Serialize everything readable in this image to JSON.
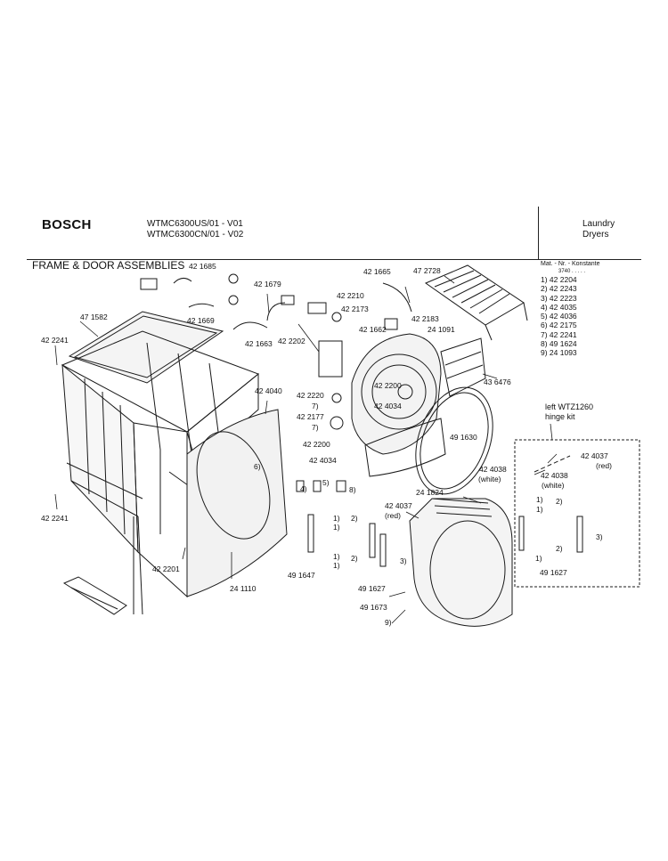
{
  "header": {
    "brand": "BOSCH",
    "model_lines": [
      "WTMC6300US/01 - V01",
      "WTMC6300CN/01 - V02"
    ],
    "category_lines": [
      "Laundry",
      "Dryers"
    ]
  },
  "section_title": "FRAME & DOOR ASSEMBLIES",
  "legend": {
    "header": "Mat. - Nr. - Konstante",
    "subheader": "3740 . . . . .",
    "items": [
      "1) 42 2204",
      "2) 42 2243",
      "3) 42 2223",
      "4) 42 4035",
      "5) 42 4036",
      "6) 42 2175",
      "7) 42 2241",
      "8) 49 1624",
      "9) 24 1093"
    ]
  },
  "hinge_kit": {
    "title_lines": [
      "left WTZ1260",
      "hinge kit"
    ]
  },
  "part_labels": [
    {
      "id": "p421685",
      "text": "42 1685"
    },
    {
      "id": "p471582",
      "text": "47 1582"
    },
    {
      "id": "p421679",
      "text": "42 1679"
    },
    {
      "id": "p421669",
      "text": "42 1669"
    },
    {
      "id": "p422241a",
      "text": "42 2241"
    },
    {
      "id": "p421663",
      "text": "42 1663"
    },
    {
      "id": "p421665",
      "text": "42 1665"
    },
    {
      "id": "p472728",
      "text": "47 2728"
    },
    {
      "id": "p422210",
      "text": "42 2210"
    },
    {
      "id": "p422173",
      "text": "42 2173"
    },
    {
      "id": "p422183",
      "text": "42 2183"
    },
    {
      "id": "p421662",
      "text": "42 1662"
    },
    {
      "id": "p241091",
      "text": "24 1091"
    },
    {
      "id": "p422202",
      "text": "42 2202"
    },
    {
      "id": "p436476",
      "text": "43 6476"
    },
    {
      "id": "p424040",
      "text": "42 4040"
    },
    {
      "id": "p422200a",
      "text": "42 2200"
    },
    {
      "id": "p422220",
      "text": "42 2220"
    },
    {
      "id": "p424034a",
      "text": "42 4034"
    },
    {
      "id": "p7a",
      "text": "7)"
    },
    {
      "id": "p422177",
      "text": "42 2177"
    },
    {
      "id": "p7b",
      "text": "7)"
    },
    {
      "id": "p491630",
      "text": "49 1630"
    },
    {
      "id": "p6",
      "text": "6)"
    },
    {
      "id": "p422200b",
      "text": "42 2200"
    },
    {
      "id": "p424034b",
      "text": "42 4034"
    },
    {
      "id": "p424038a",
      "text": "42 4038"
    },
    {
      "id": "pwhite1",
      "text": "(white)"
    },
    {
      "id": "p424037a",
      "text": "42 4037"
    },
    {
      "id": "pred1",
      "text": "(red)"
    },
    {
      "id": "p424038b",
      "text": "42 4038"
    },
    {
      "id": "pwhite2",
      "text": "(white)"
    },
    {
      "id": "p4",
      "text": "4)"
    },
    {
      "id": "p5",
      "text": "5)"
    },
    {
      "id": "p8",
      "text": "8)"
    },
    {
      "id": "p241824",
      "text": "24 1824"
    },
    {
      "id": "p422241b",
      "text": "42 2241"
    },
    {
      "id": "p424037b",
      "text": "42 4037"
    },
    {
      "id": "pred2",
      "text": "(red)"
    },
    {
      "id": "p1a",
      "text": "1)"
    },
    {
      "id": "p2a",
      "text": "2)"
    },
    {
      "id": "p1b",
      "text": "1)"
    },
    {
      "id": "p1c",
      "text": "1)"
    },
    {
      "id": "p2b",
      "text": "2)"
    },
    {
      "id": "p1d",
      "text": "1)"
    },
    {
      "id": "p1e",
      "text": "1)"
    },
    {
      "id": "p2c",
      "text": "2)"
    },
    {
      "id": "p1f",
      "text": "1)"
    },
    {
      "id": "p2d",
      "text": "2)"
    },
    {
      "id": "p1g",
      "text": "1)"
    },
    {
      "id": "p3a",
      "text": "3)"
    },
    {
      "id": "p3b",
      "text": "3)"
    },
    {
      "id": "p422201",
      "text": "42 2201"
    },
    {
      "id": "p491647",
      "text": "49 1647"
    },
    {
      "id": "p241110",
      "text": "24 1110"
    },
    {
      "id": "p491627a",
      "text": "49 1627"
    },
    {
      "id": "p491627b",
      "text": "49 1627"
    },
    {
      "id": "p491673",
      "text": "49 1673"
    },
    {
      "id": "p9",
      "text": "9)"
    }
  ]
}
